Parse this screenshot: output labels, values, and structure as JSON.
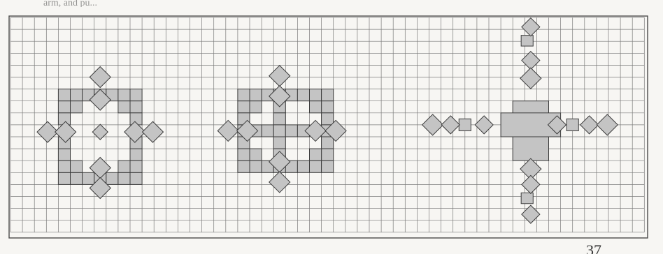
{
  "header_text": "arm, and pu...",
  "page_number": "37",
  "colors": {
    "grid_line": "#7a7a7a",
    "frame_line": "#4a4a4a",
    "tile_fill": "#c4c4c4",
    "tile_stroke": "#3c3c3c",
    "paper": "#f7f6f3"
  },
  "patterns": [
    {
      "name": "ring-with-diamonds"
    },
    {
      "name": "square-frame-with-cross"
    },
    {
      "name": "large-cross"
    }
  ]
}
